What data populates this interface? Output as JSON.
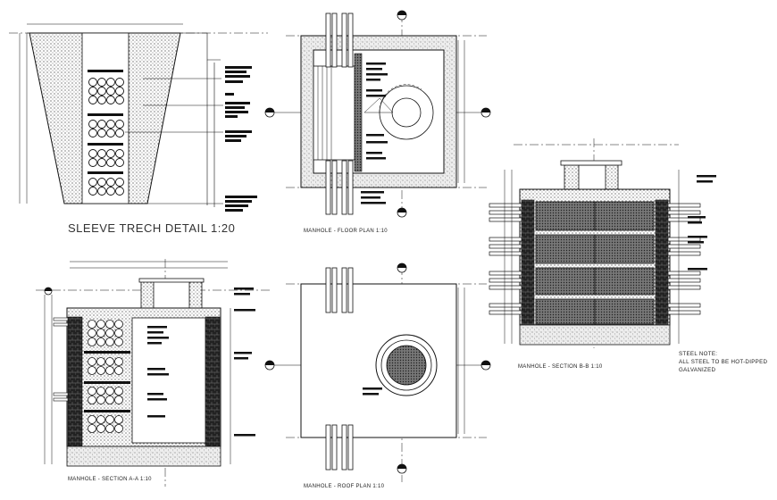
{
  "drawing": {
    "sleeve_trench_title": "SLEEVE TRECH DETAIL  1:20",
    "floor_plan_title": "MANHOLE - FLOOR PLAN  1:10",
    "roof_plan_title": "MANHOLE - ROOF PLAN  1:10",
    "section_aa_title": "MANHOLE - SECTION A-A  1:10",
    "section_bb_title": "MANHOLE - SECTION B-B  1:10",
    "steel_note": {
      "heading": "STEEL NOTE:",
      "line1": "ALL STEEL TO BE HOT-DIPPED",
      "line2": "GALVANIZED"
    }
  },
  "colors": {
    "line": "#111111",
    "hatch": "#444444",
    "background": "#ffffff"
  }
}
